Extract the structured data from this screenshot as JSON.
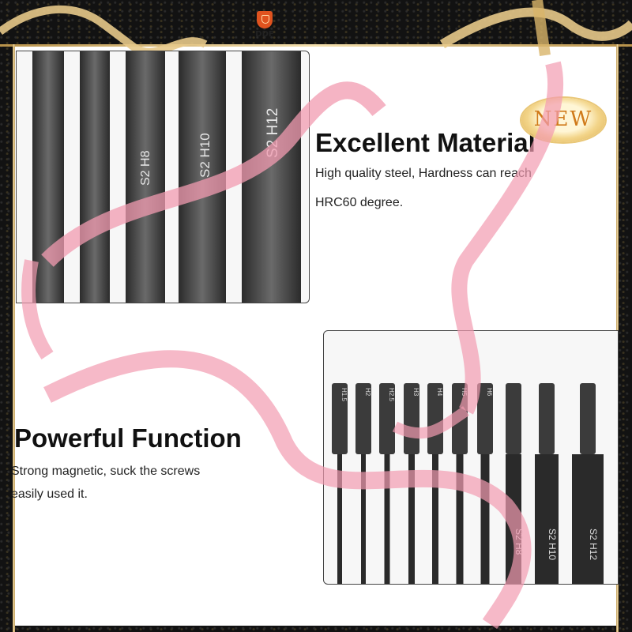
{
  "brand": {
    "name": "DDF",
    "icon": "shield-logo-icon"
  },
  "badge": {
    "label": "NEW"
  },
  "feature1": {
    "title": "Excellent Material",
    "desc_line1": "High quality steel, Hardness can reach",
    "desc_line2": "HRC60 degree."
  },
  "feature2": {
    "title": "Powerful Function",
    "desc_line1": "Strong magnetic, suck the screws",
    "desc_line2": "easily used it."
  },
  "top_bit_labels": [
    "S2 H8",
    "S2 H10",
    "S2 H12"
  ],
  "bottom_bit_labels": [
    "H1.5",
    "H2",
    "H2.5",
    "H3",
    "H4",
    "H5",
    "H6",
    "S2 H8",
    "S2 H10",
    "S2 H12"
  ],
  "colors": {
    "frame": "#121212",
    "gold": "#d9b56a",
    "ribbon": "#f29bb0",
    "badge_text": "#d07a1a"
  }
}
